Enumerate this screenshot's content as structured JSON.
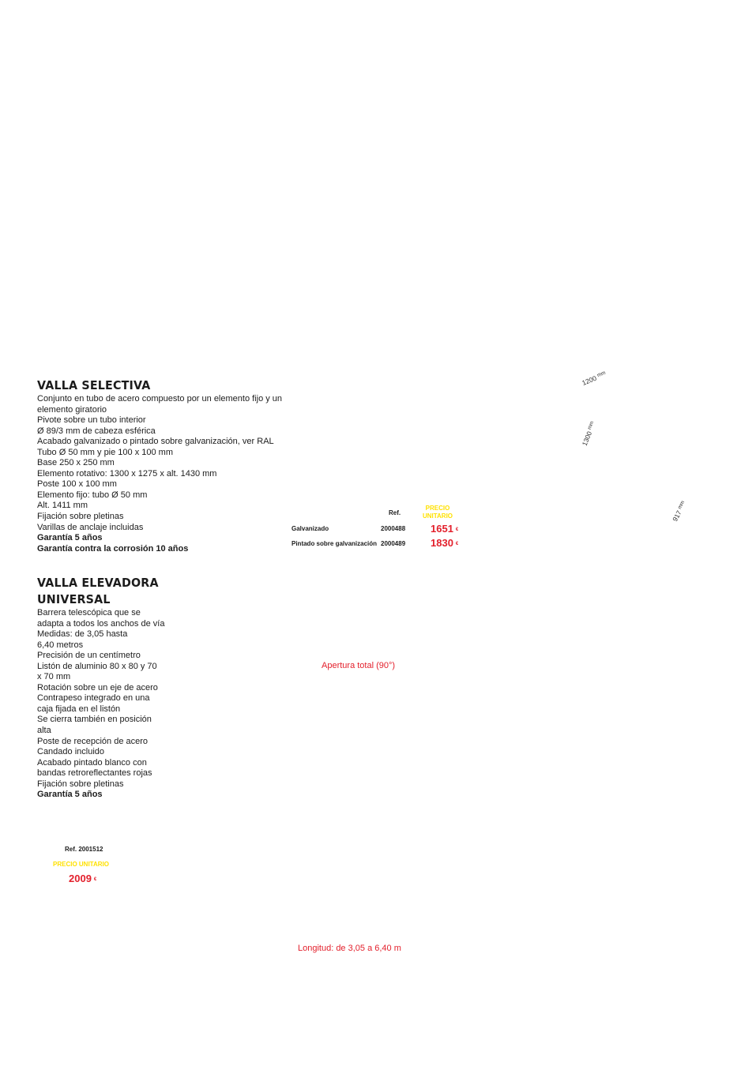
{
  "selectiva": {
    "title": "VALLA SELECTIVA",
    "lines": [
      "Conjunto en tubo de acero compuesto por un elemento fijo y un",
      "elemento giratorio",
      "Pivote sobre un tubo interior",
      "Ø 89/3 mm de cabeza esférica",
      "Acabado galvanizado o pintado sobre galvanización, ver RAL",
      "Tubo Ø 50 mm y pie 100 x 100 mm",
      "Base 250 x 250 mm",
      "Elemento rotativo: 1300 x 1275 x alt. 1430 mm",
      "Poste 100 x 100 mm",
      "Elemento fijo: tubo Ø 50 mm",
      "Alt. 1411 mm",
      "Fijación sobre pletinas",
      "Varillas de anclaje incluidas"
    ],
    "bold_lines": [
      "Garantía 5 años",
      "Garantía contra la corrosión 10 años"
    ],
    "table": {
      "ref_header": "Ref.",
      "price_header_1": "PRECIO",
      "price_header_2": "UNITARIO",
      "rows": [
        {
          "finish": "Galvanizado",
          "ref": "2000488",
          "price": "1651",
          "currency": "€"
        },
        {
          "finish": "Pintado sobre galvanización",
          "ref": "2000489",
          "price": "1830",
          "currency": "€"
        }
      ]
    },
    "dimensions": {
      "d1200": "1200",
      "d1300": "1300",
      "d917": "917",
      "unit": "mm"
    }
  },
  "elevadora": {
    "title_1": "VALLA ELEVADORA",
    "title_2": "UNIVERSAL",
    "lines": [
      "Barrera telescópica que se",
      "adapta a todos los anchos de vía",
      "Medidas: de 3,05 hasta",
      "6,40 metros",
      "Precisión de un centímetro",
      "Listón de aluminio 80 x 80 y 70",
      "x 70 mm",
      "Rotación sobre un eje de acero",
      "Contrapeso integrado en una",
      "caja fijada en el listón",
      "Se cierra también en posición",
      "alta",
      "Poste de recepción de acero",
      "Candado incluido",
      "Acabado pintado blanco con",
      "bandas retroreflectantes rojas",
      "Fijación sobre pletinas"
    ],
    "bold_lines": [
      "Garantía 5 años"
    ],
    "ref": "Ref. 2001512",
    "price_label": "PRECIO UNITARIO",
    "price": "2009",
    "currency": "€",
    "caption_apertura": "Apertura total (90°)",
    "caption_longitud": "Longitud: de 3,05 a 6,40 m"
  }
}
